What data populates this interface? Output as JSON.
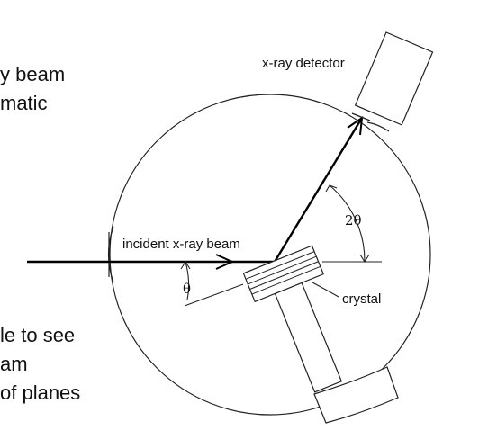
{
  "slide_text": {
    "top_lines": [
      "y beam",
      "matic"
    ],
    "bottom_lines": [
      "le to see",
      "am",
      "of planes"
    ]
  },
  "diagram": {
    "detector_label": "x-ray detector",
    "incident_label": "incident x-ray beam",
    "two_theta_label": "2θ",
    "theta_label": "θ",
    "crystal_label": "crystal"
  }
}
